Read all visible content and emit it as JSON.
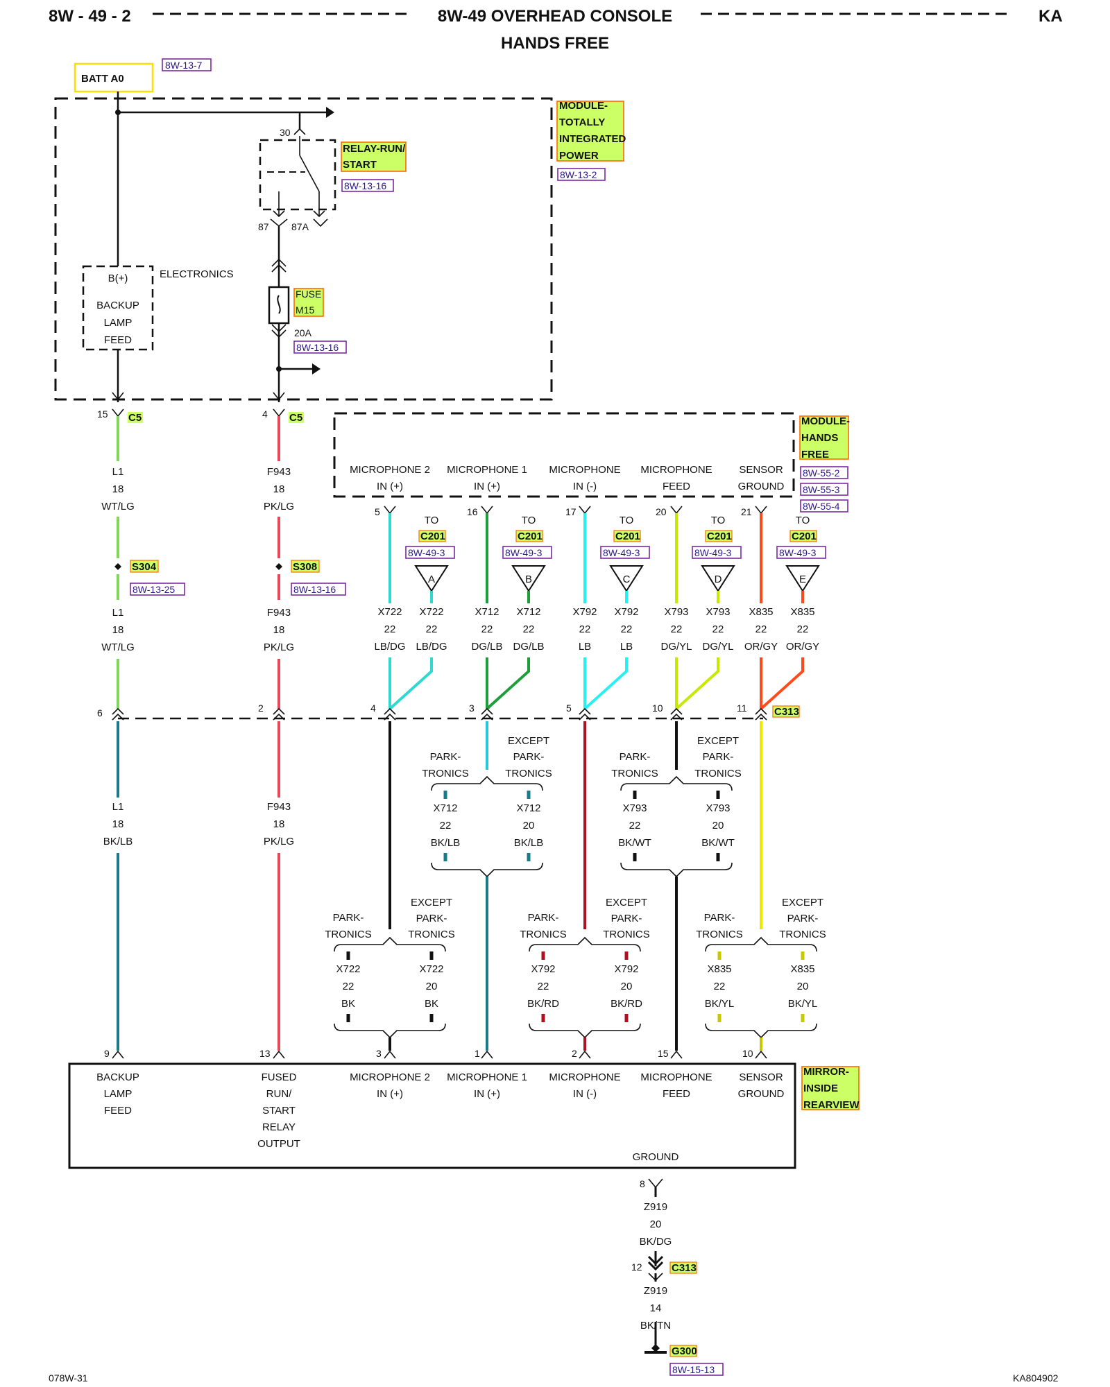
{
  "header": {
    "page_id": "8W - 49 - 2",
    "title": "8W-49 OVERHEAD CONSOLE",
    "subtitle": "HANDS FREE",
    "corner_code": "KA"
  },
  "footer": {
    "left_code": "078W-31",
    "right_code": "KA804902"
  },
  "colors": {
    "wt_lg": "#7ed957",
    "pk_lg": "#e8485a",
    "lb_dg": "#2ed9d0",
    "dg_lb": "#1d9e3a",
    "lb": "#28f0f0",
    "dg_yl": "#c7e800",
    "or_gy": "#ff4a1c",
    "bk_lb": "#1a7a8a",
    "bk_rd": "#b01020",
    "bk_yl": "#e8e800",
    "ref_box": "#7a2aa0",
    "component_box": "#ffdd00",
    "hilite_fill": "#ccff66",
    "hilite_border": "#ff6a00",
    "ink": "#111111"
  },
  "batt": {
    "label": "BATT A0",
    "ref": "8W-13-7"
  },
  "tipm": {
    "label_lines": [
      "MODULE-",
      "TOTALLY",
      "INTEGRATED",
      "POWER"
    ],
    "ref": "8W-13-2",
    "electronics_label": "ELECTRONICS",
    "feed_lines": [
      "B(+)",
      "BACKUP",
      "LAMP",
      "FEED"
    ],
    "relay": {
      "label_lines": [
        "RELAY-RUN/",
        "START"
      ],
      "ref": "8W-13-16",
      "pin_30": "30",
      "pin_87": "87",
      "pin_87a": "87A"
    },
    "fuse": {
      "label_lines": [
        "FUSE",
        "M15"
      ],
      "rating": "20A",
      "ref": "8W-13-16"
    }
  },
  "c5": {
    "name": "C5",
    "pin_left": "15",
    "pin_right": "4"
  },
  "wire_l1_top": {
    "circuit": "L1",
    "gauge": "18",
    "color": "WT/LG"
  },
  "wire_f943_top": {
    "circuit": "F943",
    "gauge": "18",
    "color": "PK/LG"
  },
  "splice_s304": {
    "name": "S304",
    "ref": "8W-13-25"
  },
  "splice_s308": {
    "name": "S308",
    "ref": "8W-13-16"
  },
  "wire_l1_mid": {
    "circuit": "L1",
    "gauge": "18",
    "color": "WT/LG"
  },
  "wire_f943_mid": {
    "circuit": "F943",
    "gauge": "18",
    "color": "PK/LG"
  },
  "hands_free": {
    "label_lines": [
      "MODULE-",
      "HANDS",
      "FREE"
    ],
    "refs": [
      "8W-55-2",
      "8W-55-3",
      "8W-55-4"
    ],
    "pins": [
      {
        "line1": "MICROPHONE 2",
        "line2": "IN (+)",
        "pin": "5"
      },
      {
        "line1": "MICROPHONE 1",
        "line2": "IN (+)",
        "pin": "16"
      },
      {
        "line1": "MICROPHONE",
        "line2": "IN (-)",
        "pin": "17"
      },
      {
        "line1": "MICROPHONE",
        "line2": "FEED",
        "pin": "20"
      },
      {
        "line1": "SENSOR",
        "line2": "GROUND",
        "pin": "21"
      }
    ]
  },
  "c201_branches": [
    {
      "to": "TO",
      "connector": "C201",
      "ref": "8W-49-3",
      "letter": "A"
    },
    {
      "to": "TO",
      "connector": "C201",
      "ref": "8W-49-3",
      "letter": "B"
    },
    {
      "to": "TO",
      "connector": "C201",
      "ref": "8W-49-3",
      "letter": "C"
    },
    {
      "to": "TO",
      "connector": "C201",
      "ref": "8W-49-3",
      "letter": "D"
    },
    {
      "to": "TO",
      "connector": "C201",
      "ref": "8W-49-3",
      "letter": "E"
    }
  ],
  "mic_wires": [
    {
      "circuit": "X722",
      "gauge": "22",
      "color": "LB/DG"
    },
    {
      "circuit": "X722",
      "gauge": "22",
      "color": "LB/DG"
    },
    {
      "circuit": "X712",
      "gauge": "22",
      "color": "DG/LB"
    },
    {
      "circuit": "X712",
      "gauge": "22",
      "color": "DG/LB"
    },
    {
      "circuit": "X792",
      "gauge": "22",
      "color": "LB"
    },
    {
      "circuit": "X792",
      "gauge": "22",
      "color": "LB"
    },
    {
      "circuit": "X793",
      "gauge": "22",
      "color": "DG/YL"
    },
    {
      "circuit": "X793",
      "gauge": "22",
      "color": "DG/YL"
    },
    {
      "circuit": "X835",
      "gauge": "22",
      "color": "OR/GY"
    },
    {
      "circuit": "X835",
      "gauge": "22",
      "color": "OR/GY"
    }
  ],
  "c313": {
    "name": "C313",
    "pins": [
      "6",
      "2",
      "4",
      "3",
      "5",
      "10",
      "11"
    ]
  },
  "wire_l1_bottom": {
    "circuit": "L1",
    "gauge": "18",
    "color": "BK/LB"
  },
  "wire_f943_bottom": {
    "circuit": "F943",
    "gauge": "18",
    "color": "PK/LG"
  },
  "options": {
    "parktronics_lines": [
      "PARK-",
      "TRONICS"
    ],
    "except_lines": [
      "EXCEPT",
      "PARK-",
      "TRONICS"
    ]
  },
  "x712_opts": [
    {
      "circuit": "X712",
      "gauge": "22",
      "color": "BK/LB"
    },
    {
      "circuit": "X712",
      "gauge": "20",
      "color": "BK/LB"
    }
  ],
  "x793_opts": [
    {
      "circuit": "X793",
      "gauge": "22",
      "color": "BK/WT"
    },
    {
      "circuit": "X793",
      "gauge": "20",
      "color": "BK/WT"
    }
  ],
  "x722_opts": [
    {
      "circuit": "X722",
      "gauge": "22",
      "color": "BK"
    },
    {
      "circuit": "X722",
      "gauge": "20",
      "color": "BK"
    }
  ],
  "x792_opts": [
    {
      "circuit": "X792",
      "gauge": "22",
      "color": "BK/RD"
    },
    {
      "circuit": "X792",
      "gauge": "20",
      "color": "BK/RD"
    }
  ],
  "x835_opts": [
    {
      "circuit": "X835",
      "gauge": "22",
      "color": "BK/YL"
    },
    {
      "circuit": "X835",
      "gauge": "20",
      "color": "BK/YL"
    }
  ],
  "mirror": {
    "label_lines": [
      "MIRROR-",
      "INSIDE",
      "REARVIEW"
    ],
    "ground_label": "GROUND",
    "feed_lines": [
      "BACKUP",
      "LAMP",
      "FEED"
    ],
    "fused_lines": [
      "FUSED",
      "RUN/",
      "START",
      "RELAY",
      "OUTPUT"
    ],
    "mic2_lines": [
      "MICROPHONE 2",
      "IN (+)"
    ],
    "mic1_lines": [
      "MICROPHONE 1",
      "IN (+)"
    ],
    "micneg_lines": [
      "MICROPHONE",
      "IN (-)"
    ],
    "micfeed_lines": [
      "MICROPHONE",
      "FEED"
    ],
    "sensor_lines": [
      "SENSOR",
      "GROUND"
    ],
    "pins": [
      "9",
      "13",
      "3",
      "1",
      "2",
      "15",
      "10"
    ],
    "ground_pin": "8"
  },
  "ground_wire_upper": {
    "circuit": "Z919",
    "gauge": "20",
    "color": "BK/DG"
  },
  "c313_ground": {
    "pin": "12",
    "name": "C313"
  },
  "ground_wire_lower": {
    "circuit": "Z919",
    "gauge": "14",
    "color": "BK/TN"
  },
  "g300": {
    "name": "G300",
    "ref": "8W-15-13"
  }
}
